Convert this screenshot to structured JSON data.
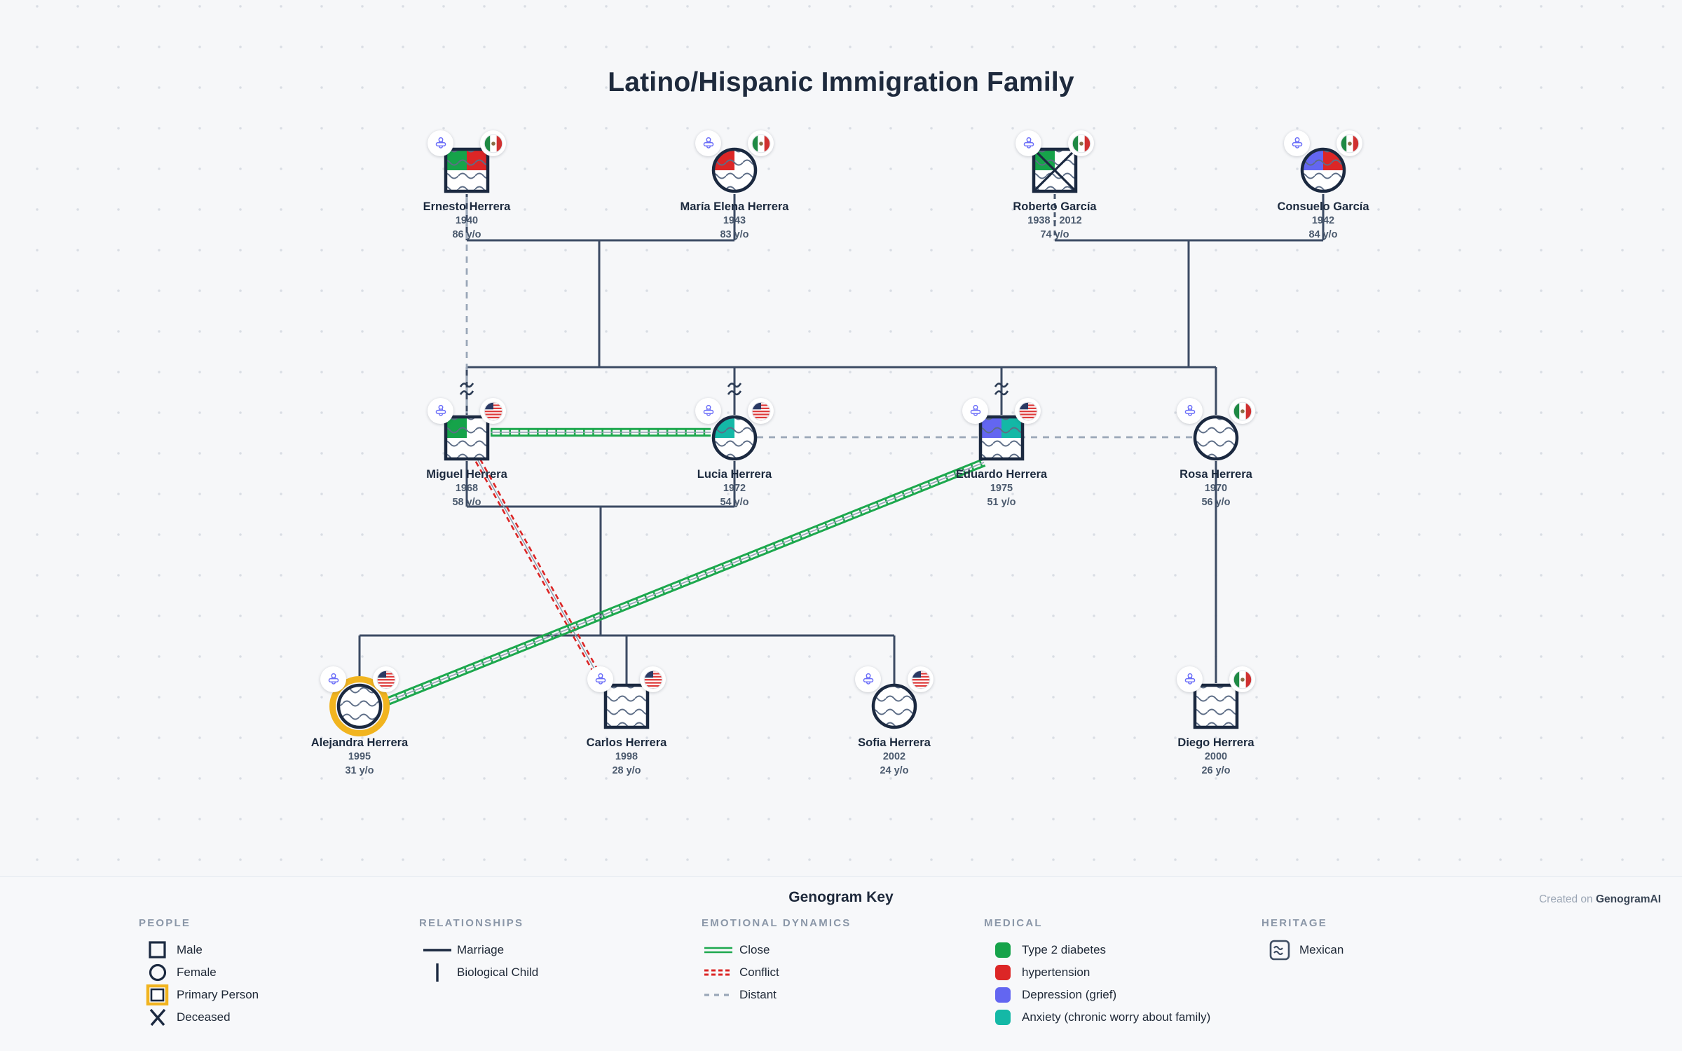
{
  "title": "Latino/Hispanic Immigration Family",
  "colors": {
    "line_dark": "#3c4b64",
    "node_border": "#1b2940",
    "close_green": "#1da84e",
    "conflict_red": "#dc2626",
    "distant_gray": "#9aa7b8",
    "primary_ring_gold": "#f1b41f",
    "diabetes_green": "#16a34a",
    "hypertension_red": "#dc2626",
    "depression_blue": "#6366f1",
    "anxiety_teal": "#14b8a6",
    "add_person_purple": "#6b6ef8"
  },
  "people": [
    {
      "name": "Ernesto Herrera",
      "years": "1940",
      "age": "86 y/o",
      "sex": "male",
      "flag": "Mexico",
      "quads": {
        "tl": "#16a34a",
        "tr": "#dc2626"
      },
      "conditions": [
        "Type 2 diabetes",
        "hypertension"
      ]
    },
    {
      "name": "María Elena Herrera",
      "years": "1943",
      "age": "83 y/o",
      "sex": "female",
      "flag": "Mexico",
      "quads": {
        "tl": "#dc2626"
      },
      "conditions": [
        "hypertension"
      ]
    },
    {
      "name": "Roberto García",
      "years": "1938 - 2012",
      "age": "74 y/o",
      "sex": "male",
      "flag": "Mexico",
      "deceased": true,
      "quads": {
        "tl": "#16a34a"
      },
      "conditions": [
        "Type 2 diabetes"
      ]
    },
    {
      "name": "Consuelo García",
      "years": "1942",
      "age": "84 y/o",
      "sex": "female",
      "flag": "Mexico",
      "quads": {
        "tl": "#6366f1",
        "tr": "#dc2626"
      },
      "conditions": [
        "Depression (grief)",
        "hypertension"
      ]
    },
    {
      "name": "Miguel Herrera",
      "years": "1968",
      "age": "58 y/o",
      "sex": "male",
      "flag": "USA",
      "quads": {
        "tl": "#16a34a"
      },
      "conditions": [
        "Type 2 diabetes"
      ]
    },
    {
      "name": "Lucia Herrera",
      "years": "1972",
      "age": "54 y/o",
      "sex": "female",
      "flag": "USA",
      "quads": {
        "tl": "#14b8a6"
      },
      "conditions": [
        "Anxiety (chronic worry about family)"
      ]
    },
    {
      "name": "Eduardo Herrera",
      "years": "1975",
      "age": "51 y/o",
      "sex": "male",
      "flag": "USA",
      "quads": {
        "tl": "#6366f1",
        "tr": "#14b8a6"
      },
      "conditions": [
        "Depression (grief)",
        "Anxiety (chronic worry about family)"
      ]
    },
    {
      "name": "Rosa Herrera",
      "years": "1970",
      "age": "56 y/o",
      "sex": "female",
      "flag": "Mexico",
      "conditions": []
    },
    {
      "name": "Alejandra Herrera",
      "years": "1995",
      "age": "31 y/o",
      "sex": "female",
      "flag": "USA",
      "primary": true,
      "conditions": []
    },
    {
      "name": "Carlos Herrera",
      "years": "1998",
      "age": "28 y/o",
      "sex": "male",
      "flag": "USA",
      "conditions": []
    },
    {
      "name": "Sofia Herrera",
      "years": "2002",
      "age": "24 y/o",
      "sex": "female",
      "flag": "USA",
      "conditions": []
    },
    {
      "name": "Diego Herrera",
      "years": "2000",
      "age": "26 y/o",
      "sex": "male",
      "flag": "Mexico",
      "conditions": []
    }
  ],
  "connections": {
    "marriages": [
      [
        "Ernesto Herrera",
        "María Elena Herrera"
      ],
      [
        "Roberto García",
        "Consuelo García"
      ],
      [
        "Miguel Herrera",
        "Lucia Herrera"
      ]
    ],
    "children": [
      {
        "parents": [
          "Ernesto Herrera",
          "María Elena Herrera"
        ],
        "children": [
          "Miguel Herrera",
          "Eduardo Herrera"
        ]
      },
      {
        "parents": [
          "Roberto García",
          "Consuelo García"
        ],
        "children": [
          "Lucia Herrera",
          "Rosa Herrera"
        ]
      },
      {
        "parents": [
          "Miguel Herrera",
          "Lucia Herrera"
        ],
        "children": [
          "Alejandra Herrera",
          "Carlos Herrera",
          "Sofia Herrera"
        ]
      },
      {
        "parents": [
          "Rosa Herrera"
        ],
        "children": [
          "Diego Herrera"
        ]
      }
    ],
    "close": [
      [
        "Miguel Herrera",
        "Lucia Herrera"
      ],
      [
        "Alejandra Herrera",
        "Eduardo Herrera"
      ]
    ],
    "conflict": [
      [
        "Miguel Herrera",
        "Carlos Herrera"
      ]
    ],
    "distant": [
      [
        "Ernesto Herrera",
        "Miguel Herrera"
      ],
      [
        "Lucia Herrera",
        "Rosa Herrera"
      ]
    ],
    "immigration_marks": [
      "Miguel Herrera",
      "Lucia Herrera",
      "Eduardo Herrera"
    ]
  },
  "key": {
    "title": "Genogram Key",
    "created_prefix": "Created on ",
    "created_brand": "GenogramAI",
    "people": {
      "header": "PEOPLE",
      "items": [
        "Male",
        "Female",
        "Primary Person",
        "Deceased"
      ]
    },
    "relationships": {
      "header": "RELATIONSHIPS",
      "items": [
        "Marriage",
        "Biological Child"
      ]
    },
    "emotional": {
      "header": "EMOTIONAL DYNAMICS",
      "items": [
        "Close",
        "Conflict",
        "Distant"
      ]
    },
    "medical": {
      "header": "MEDICAL",
      "items": [
        {
          "label": "Type 2 diabetes",
          "color": "#16a34a"
        },
        {
          "label": "hypertension",
          "color": "#dc2626"
        },
        {
          "label": "Depression (grief)",
          "color": "#6366f1"
        },
        {
          "label": "Anxiety (chronic worry about family)",
          "color": "#14b8a6"
        }
      ]
    },
    "heritage": {
      "header": "HERITAGE",
      "items": [
        "Mexican"
      ]
    }
  }
}
